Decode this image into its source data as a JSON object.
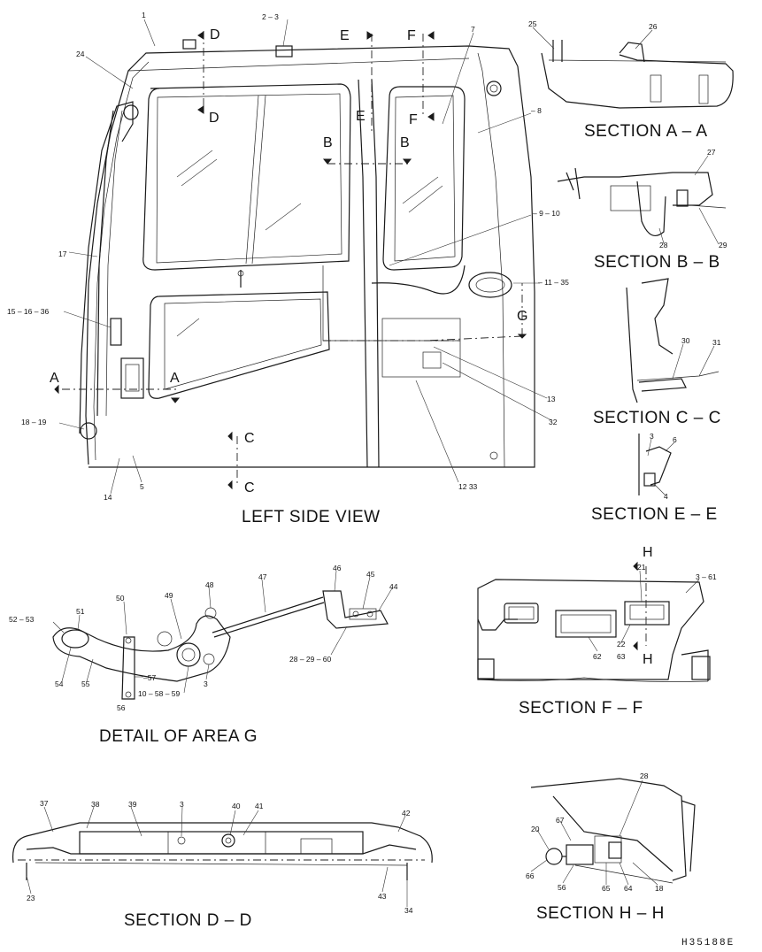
{
  "captions": {
    "left_side_view": "LEFT SIDE VIEW",
    "section_aa": "SECTION A – A",
    "section_bb": "SECTION B – B",
    "section_cc": "SECTION C – C",
    "section_ee": "SECTION E – E",
    "section_ff": "SECTION F – F",
    "detail_g": "DETAIL OF AREA G",
    "section_dd": "SECTION D – D",
    "section_hh": "SECTION H – H"
  },
  "drawing_code": "H35188E",
  "section_letters": [
    "A",
    "B",
    "C",
    "D",
    "E",
    "F",
    "G",
    "H"
  ],
  "callouts": {
    "c1": "1",
    "c2": "2 – 3",
    "c7": "7",
    "c8": "– 8",
    "c24": "24",
    "c17": "17",
    "c15": "15 – 16 – 36",
    "c18": "18 – 19",
    "c14": "14",
    "c5": "5",
    "c9": "– 9 – 10",
    "c11": "– 11 – 35",
    "c13": "13",
    "c32": "32",
    "c12": "12 33",
    "c25": "25",
    "c26": "26",
    "c27": "27",
    "c28b": "28",
    "c29b": "29",
    "c30": "30",
    "c31": "31",
    "c3e": "3",
    "c6": "6",
    "c4": "4",
    "c50": "50",
    "c51": "51",
    "c52": "52 – 53",
    "c54": "54",
    "c55": "55",
    "c56": "56",
    "c57": "–57",
    "c10": "10 – 58 – 59",
    "c48": "48",
    "c49": "49",
    "c47": "47",
    "c46": "46",
    "c45": "45",
    "c44": "44",
    "c28g": "28 – 29 – 60",
    "c3g": "3",
    "c21": "21",
    "c3f": "3 – 61",
    "c22": "22",
    "c63": "63",
    "c62": "62",
    "c37": "37",
    "c38": "38",
    "c39": "39",
    "c3d": "3",
    "c40": "40",
    "c41": "41",
    "c42": "42",
    "c23": "23",
    "c43": "43",
    "c34": "34",
    "c28h": "28",
    "c67": "67",
    "c20": "20",
    "c66": "66",
    "c56h": "56",
    "c65": "65",
    "c64": "64",
    "c18h": "18"
  }
}
